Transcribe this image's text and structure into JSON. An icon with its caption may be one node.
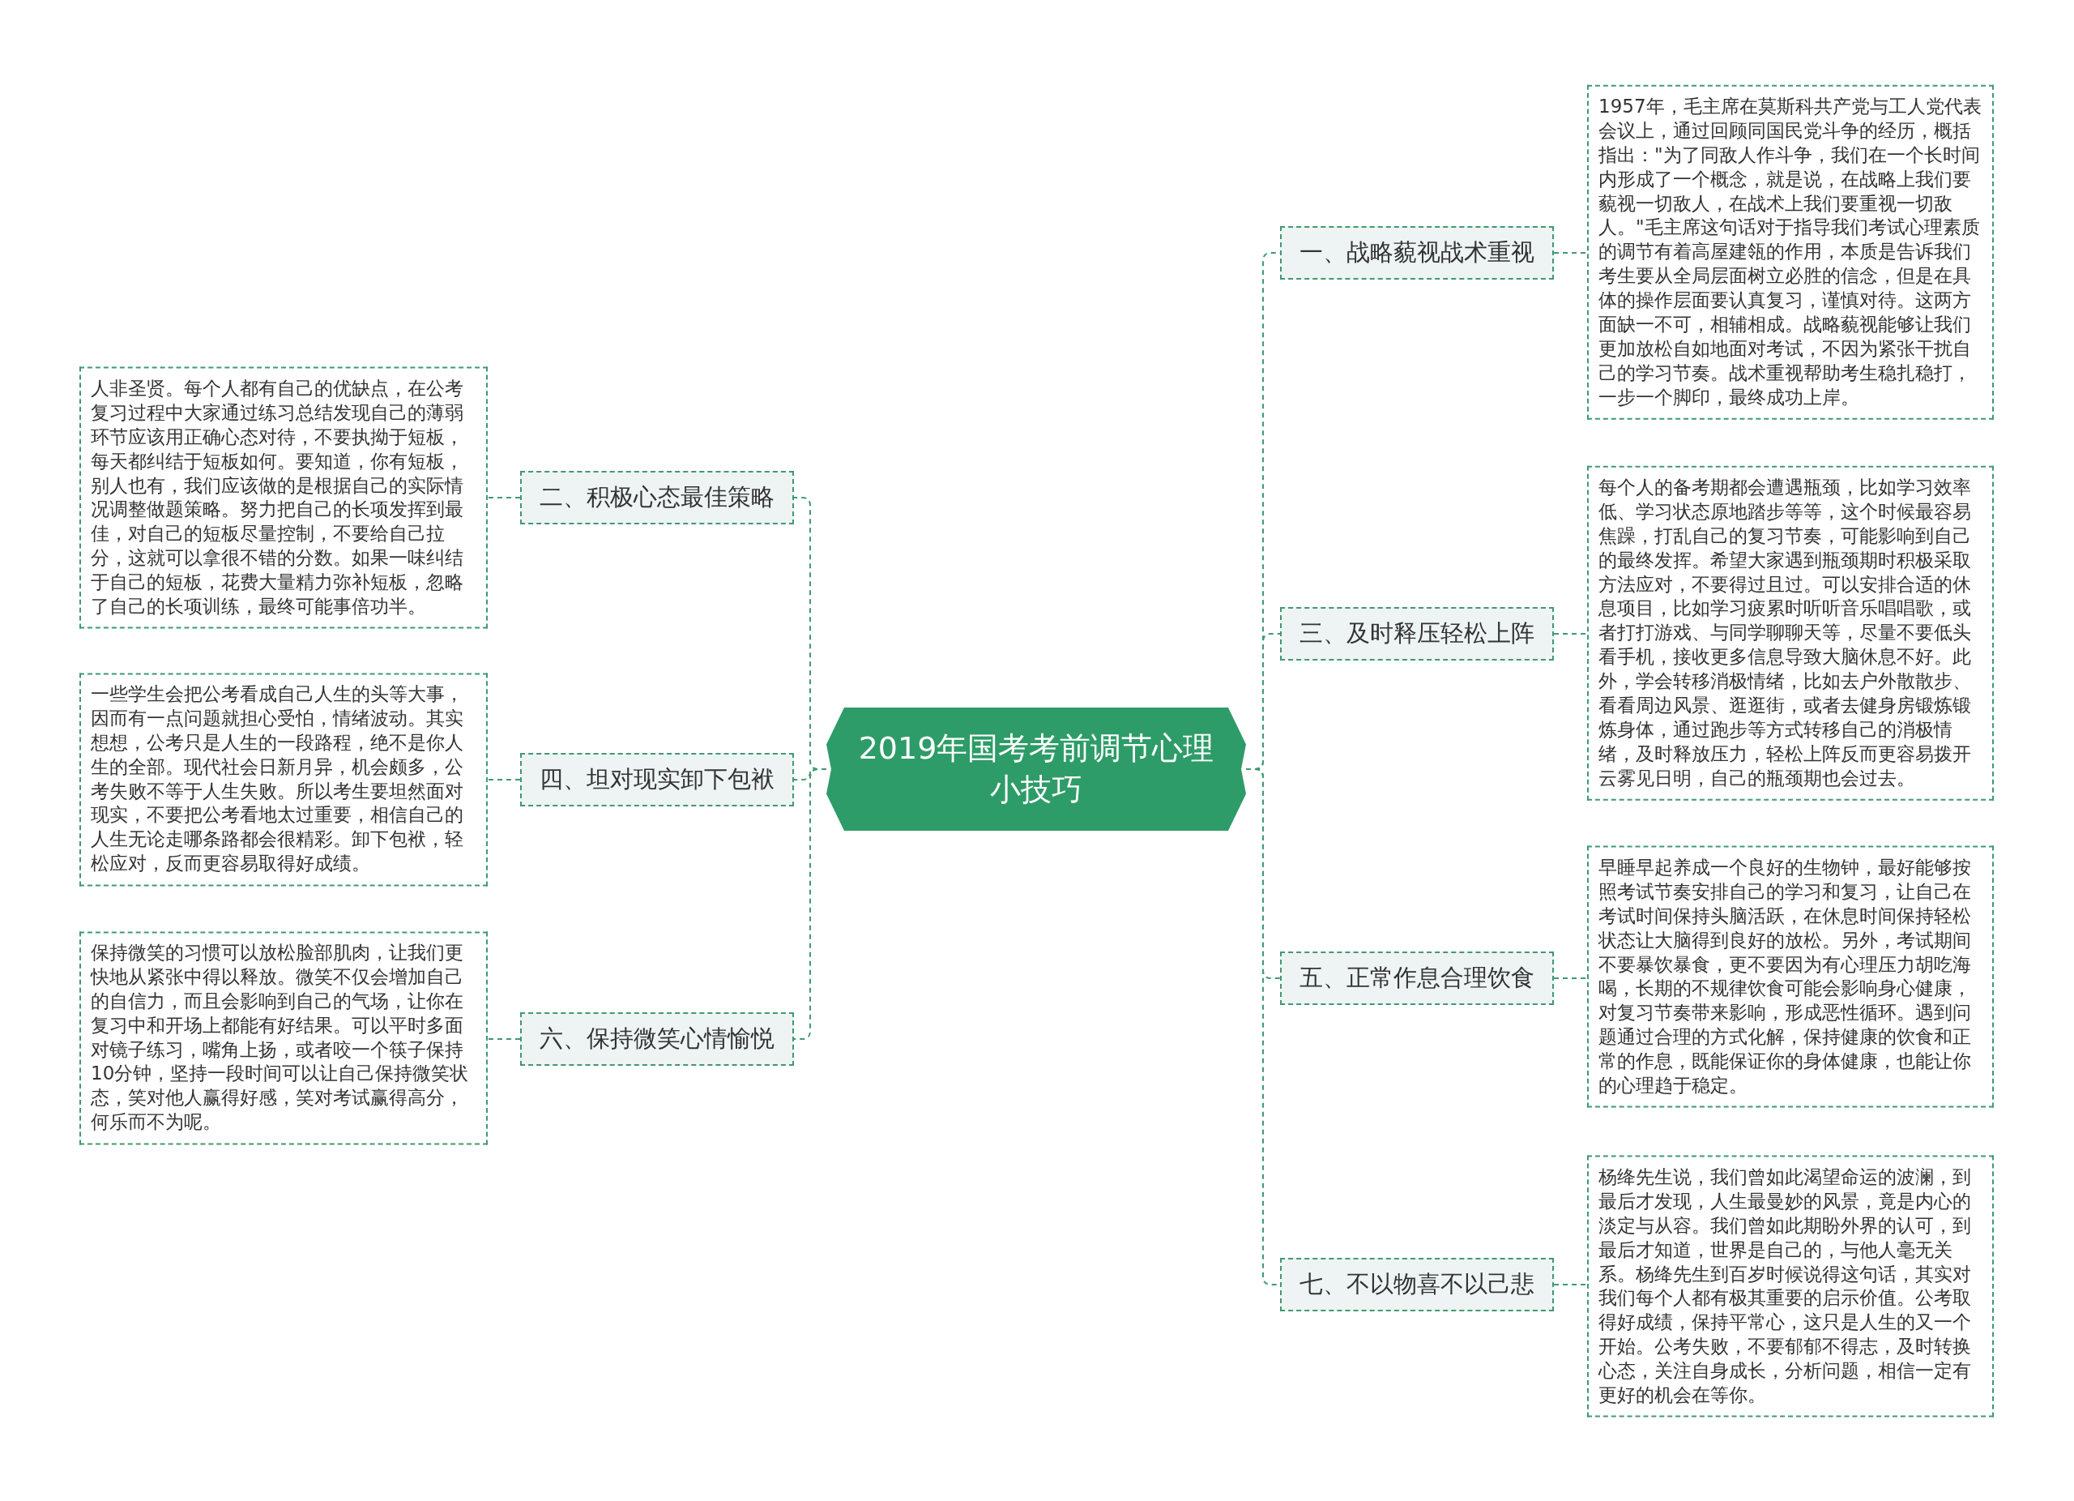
{
  "diagram": {
    "nodes": [
      {
        "text": [
          "2019年国考考前调节心理小技巧"
        ]
      },
      {
        "text": [
          "一、战略藐视战术重视"
        ]
      },
      {
        "text": [
          "1957年，毛主席在莫斯科共产党与工人党代表会议上，通过回顾同国民党斗争的经历，概括指出：\"为了同敌人作斗争，我们在一个长时间内形成了一个概念，就是说，在战略上我们要藐视一切敌人，在战术上我们要重视一切敌人。\"毛主席这句话对于指导我们考试心理素质的调节有着高屋建瓴的作用，本质是告诉我们考生要从全局层面树立必胜的信念，但是在具体的操作层面要认真复习，谨慎对待。这两方面缺一不可，相辅相成。战略藐视能够让我们更加放松自如地面对考试，不因为紧张干扰自己的学习节奏。战术重视帮助考生稳扎稳打，一步一个脚印，最终成功上岸。"
        ]
      },
      {
        "text": [
          "二、积极心态最佳策略"
        ]
      },
      {
        "text": [
          "人非圣贤。每个人都有自己的优缺点，在公考复习过程中大家通过练习总结发现自己的薄弱环节应该用正确心态对待，不要执拗于短板，每天都纠结于短板如何。要知道，你有短板，别人也有，我们应该做的是根据自己的实际情况调整做题策略。努力把自己的长项发挥到最佳，对自己的短板尽量控制，不要给自己拉分，这就可以拿很不错的分数。如果一味纠结于自己的短板，花费大量精力弥补短板，忽略了自己的长项训练，最终可能事倍功半。"
        ]
      },
      {
        "text": [
          "三、及时释压轻松上阵"
        ]
      },
      {
        "text": [
          "每个人的备考期都会遭遇瓶颈，比如学习效率低、学习状态原地踏步等等，这个时候最容易焦躁，打乱自己的复习节奏，可能影响到自己的最终发挥。希望大家遇到瓶颈期时积极采取方法应对，不要得过且过。可以安排合适的休息项目，比如学习疲累时听听音乐唱唱歌，或者打打游戏、与同学聊聊天等，尽量不要低头看手机，接收更多信息导致大脑休息不好。此外，学会转移消极情绪，比如去户外散散步、看看周边风景、逛逛街，或者去健身房锻炼锻炼身体，通过跑步等方式转移自己的消极情绪，及时释放压力，轻松上阵反而更容易拨开云雾见日明，自己的瓶颈期也会过去。"
        ]
      },
      {
        "text": [
          "四、坦对现实卸下包袱"
        ]
      },
      {
        "text": [
          "一些学生会把公考看成自己人生的头等大事，因而有一点问题就担心受怕，情绪波动。其实想想，公考只是人生的一段路程，绝不是你人生的全部。现代社会日新月异，机会颇多，公考失败不等于人生失败。所以考生要坦然面对现实，不要把公考看地太过重要，相信自己的人生无论走哪条路都会很精彩。卸下包袱，轻松应对，反而更容易取得好成绩。"
        ]
      },
      {
        "text": [
          "五、正常作息合理饮食"
        ]
      },
      {
        "text": [
          "早睡早起养成一个良好的生物钟，最好能够按照考试节奏安排自己的学习和复习，让自己在考试时间保持头脑活跃，在休息时间保持轻松状态让大脑得到良好的放松。另外，考试期间不要暴饮暴食，更不要因为有心理压力胡吃海喝，长期的不规律饮食可能会影响身心健康，对复习节奏带来影响，形成恶性循环。遇到问题通过合理的方式化解，保持健康的饮食和正常的作息，既能保证你的身体健康，也能让你的心理趋于稳定。"
        ]
      },
      {
        "text": [
          "六、保持微笑心情愉悦"
        ]
      },
      {
        "text": [
          "保持微笑的习惯可以放松脸部肌肉，让我们更快地从紧张中得以释放。微笑不仅会增加自己的自信力，而且会影响到自己的气场，让你在复习中和开场上都能有好结果。可以平时多面对镜子练习，嘴角上扬，或者咬一个筷子保持10分钟，坚持一段时间可以让自己保持微笑状态，笑对他人赢得好感，笑对考试赢得高分，何乐而不为呢。"
        ]
      },
      {
        "text": [
          "七、不以物喜不以己悲"
        ]
      },
      {
        "text": [
          "杨绛先生说，我们曾如此渴望命运的波澜，到最后才发现，人生最曼妙的风景，竟是内心的淡定与从容。我们曾如此期盼外界的认可，到最后才知道，世界是自己的，与他人毫无关系。杨绛先生到百岁时候说得这句话，其实对我们每个人都有极其重要的启示价值。公考取得好成绩，保持平常心，这只是人生的又一个开始。公考失败，不要郁郁不得志，及时转换心态，关注自身成长，分析问题，相信一定有更好的机会在等你。"
        ]
      }
    ],
    "edges": [
      {
        "from": 0,
        "to": 1,
        "arrow": "none"
      },
      {
        "from": 1,
        "to": 2,
        "arrow": "none"
      },
      {
        "from": 0,
        "to": 3,
        "arrow": "none"
      },
      {
        "from": 3,
        "to": 4,
        "arrow": "none"
      },
      {
        "from": 0,
        "to": 5,
        "arrow": "none"
      },
      {
        "from": 5,
        "to": 6,
        "arrow": "none"
      },
      {
        "from": 0,
        "to": 7,
        "arrow": "none"
      },
      {
        "from": 7,
        "to": 8,
        "arrow": "none"
      },
      {
        "from": 0,
        "to": 9,
        "arrow": "none"
      },
      {
        "from": 9,
        "to": 10,
        "arrow": "none"
      },
      {
        "from": 0,
        "to": 11,
        "arrow": "none"
      },
      {
        "from": 11,
        "to": 12,
        "arrow": "none"
      },
      {
        "from": 0,
        "to": 13,
        "arrow": "none"
      },
      {
        "from": 13,
        "to": 14,
        "arrow": "none"
      }
    ]
  }
}
